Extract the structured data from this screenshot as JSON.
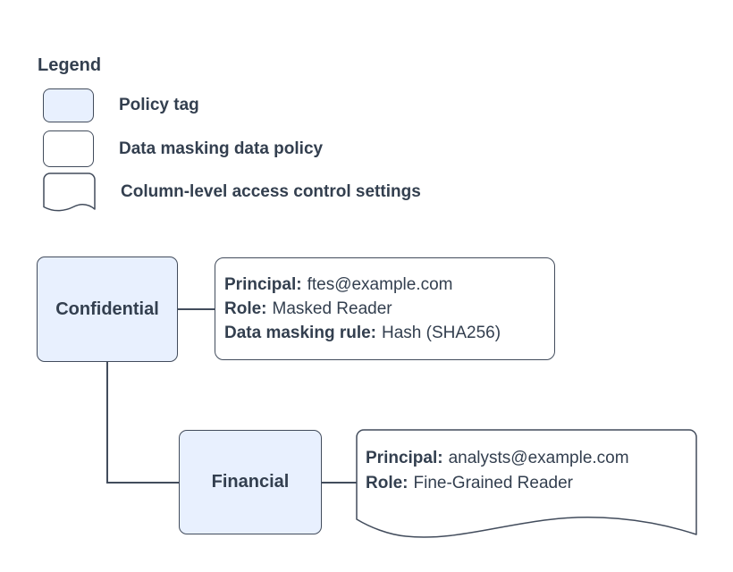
{
  "legend": {
    "title": "Legend",
    "items": [
      {
        "label": "Policy tag",
        "swatch": "policy-tag-swatch"
      },
      {
        "label": "Data masking data policy",
        "swatch": "data-masking-policy-swatch"
      },
      {
        "label": "Column-level access control settings",
        "swatch": "column-level-access-swatch"
      }
    ]
  },
  "diagram": {
    "nodes": [
      {
        "id": "confidential",
        "label": "Confidential",
        "type": "policy-tag"
      },
      {
        "id": "financial",
        "label": "Financial",
        "type": "policy-tag"
      }
    ],
    "policies": [
      {
        "type": "data-masking-data-policy",
        "attached_to": "Confidential",
        "fields": [
          {
            "label": "Principal:",
            "value": "ftes@example.com"
          },
          {
            "label": "Role:",
            "value": "Masked Reader"
          },
          {
            "label": "Data masking rule:",
            "value": "Hash (SHA256)"
          }
        ]
      },
      {
        "type": "column-level-access-control-settings",
        "attached_to": "Financial",
        "fields": [
          {
            "label": "Principal:",
            "value": "analysts@example.com"
          },
          {
            "label": "Role:",
            "value": "Fine-Grained Reader"
          }
        ]
      }
    ]
  },
  "colors": {
    "policy_tag_fill": "#e8f0fe",
    "border_color": "#424c5c",
    "text_color": "#333f4f",
    "white_fill": "#ffffff"
  }
}
